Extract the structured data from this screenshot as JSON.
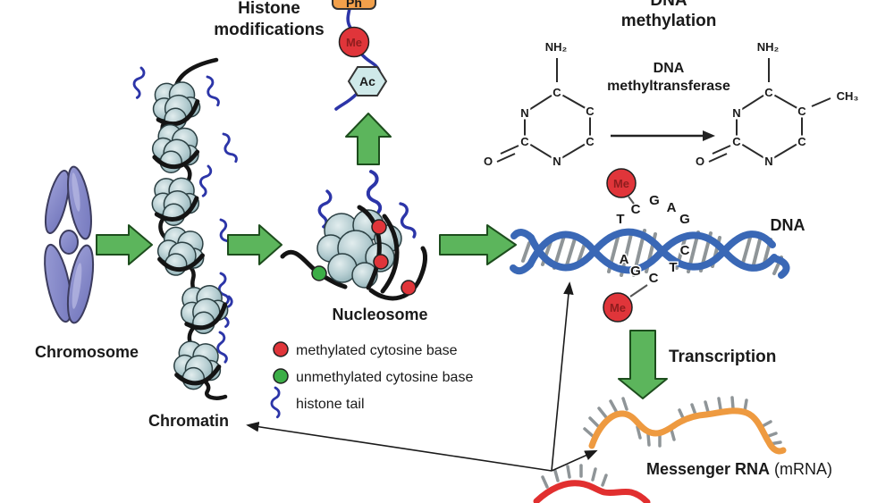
{
  "titles": {
    "histone_line1": "Histone",
    "histone_line2": "modifications",
    "dnameth_line1": "DNA",
    "dnameth_line2": "methylation"
  },
  "enzyme": {
    "line1": "DNA",
    "line2": "methyltransferase"
  },
  "stage_labels": {
    "chromosome": "Chromosome",
    "chromatin": "Chromatin",
    "nucleosome": "Nucleosome",
    "dna": "DNA",
    "transcription": "Transcription",
    "mrna_bold": "Messenger RNA",
    "mrna_suffix": " (mRNA)"
  },
  "tags": {
    "ph": "Ph",
    "me": "Me",
    "ac": "Ac"
  },
  "molecule": {
    "amine": "NH₂",
    "methyl": "CH₃",
    "carbon": "C",
    "nitrogen": "N",
    "oxygen": "O"
  },
  "dna_bases": {
    "top": [
      "T",
      "C",
      "G",
      "A",
      "G"
    ],
    "bottom": [
      "A",
      "G",
      "C",
      "T",
      "C"
    ]
  },
  "legend": {
    "items": [
      {
        "swatch": "methylated-dot",
        "label": "methylated cytosine base"
      },
      {
        "swatch": "unmethylated-dot",
        "label": "unmethylated cytosine base"
      },
      {
        "swatch": "histone-tail-squiggle",
        "label": "histone tail"
      }
    ]
  },
  "colors": {
    "arrow_green": "#5cb55c",
    "me_red": "#e0353a",
    "unmeth_green": "#3cae47",
    "dna_blue": "#3a68b6",
    "mrna_orange": "#ee9a40",
    "rna_red": "#e12f2f",
    "ph_orange": "#f2a04b",
    "ac_teal": "#cfe9e9",
    "tail_blue": "#2c35a8",
    "chromosome_purple": "#8487c6",
    "nucleosome_teal": "#b5cdd1",
    "methyl_text_red": "#e02222",
    "tick_gray": "#8f9598"
  }
}
